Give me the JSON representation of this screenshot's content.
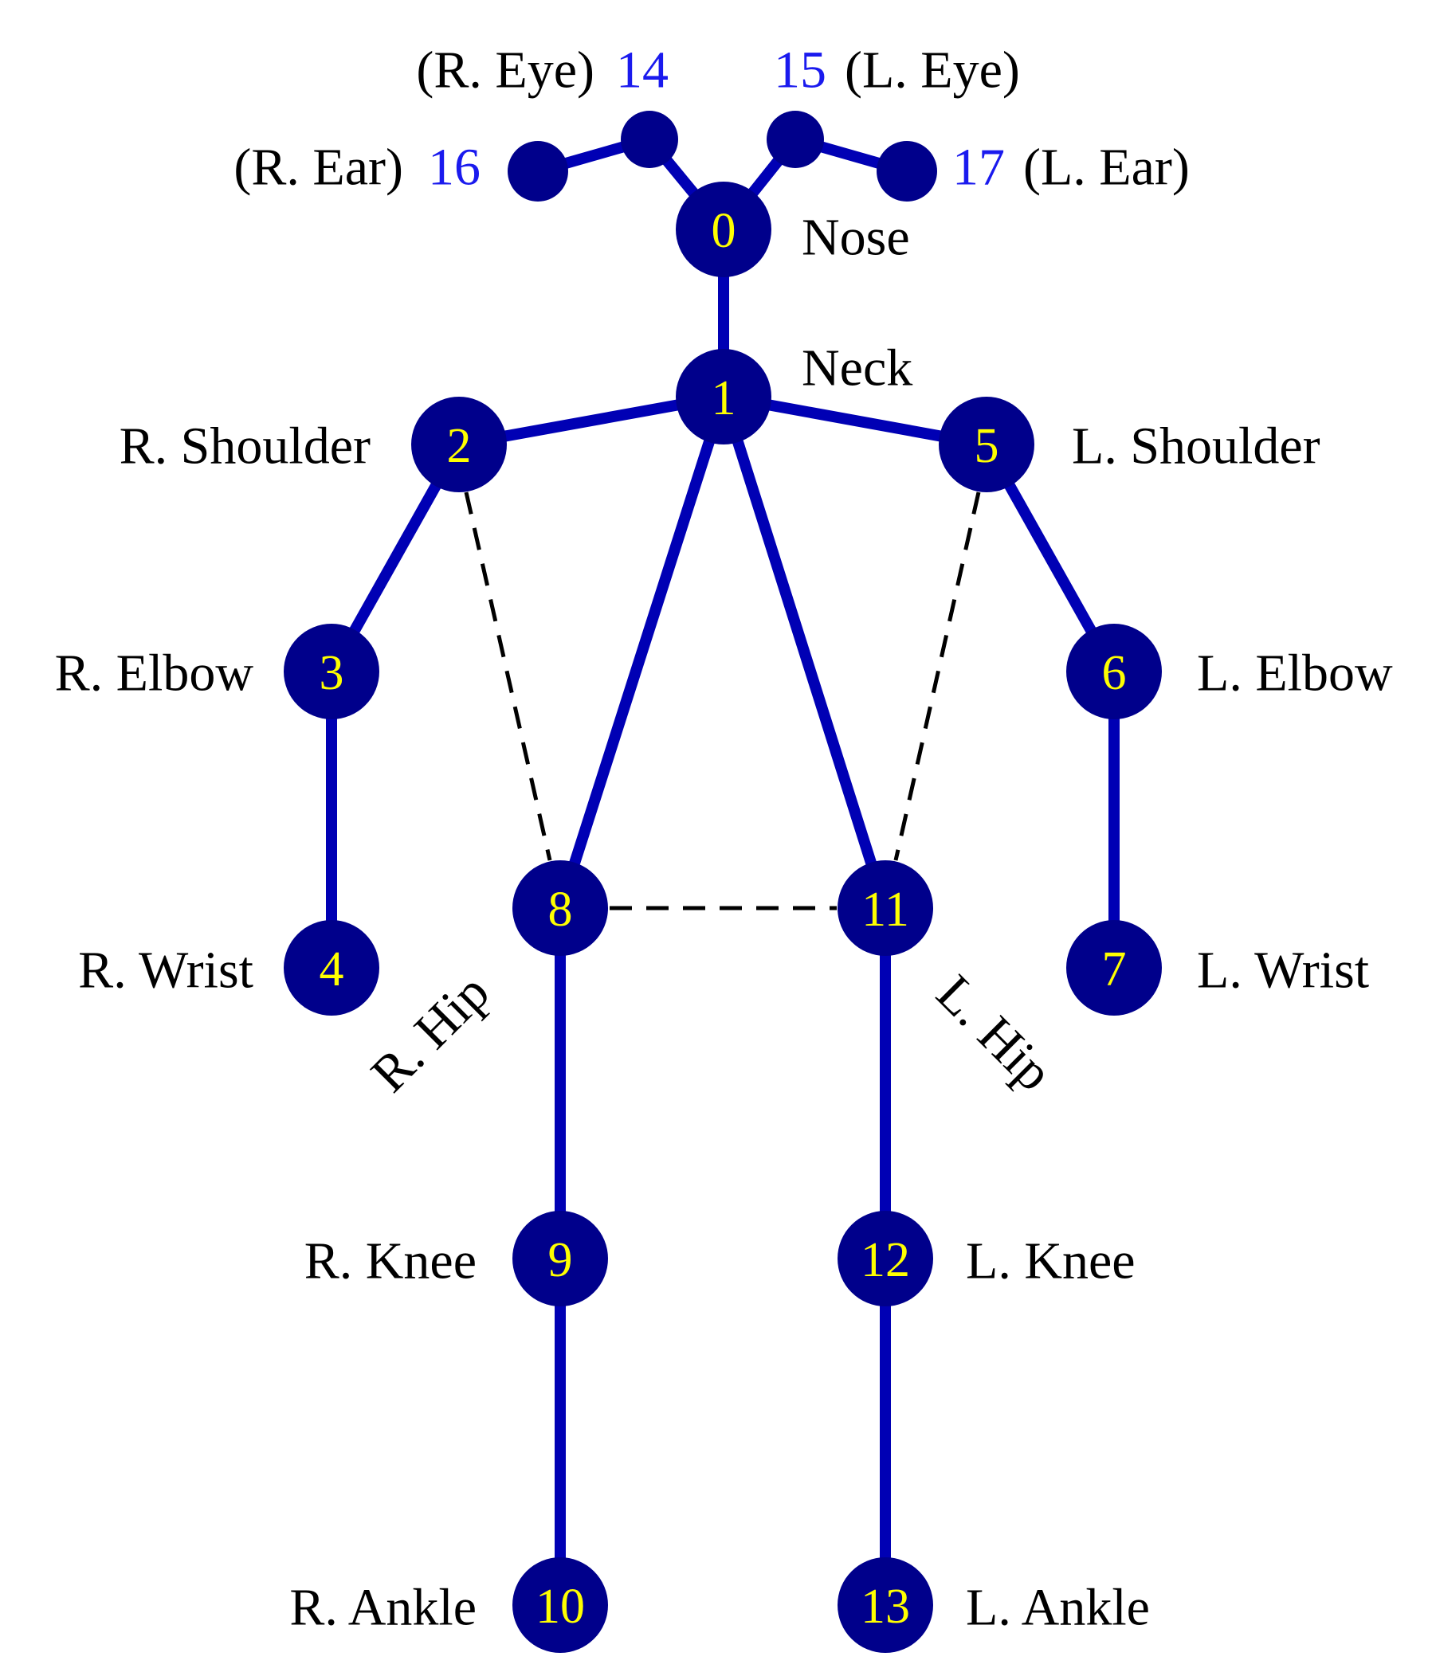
{
  "colors": {
    "joint_fill": "#00008b",
    "bone": "#0000b4",
    "number_text": "#ffff00",
    "face_number_text": "#1a1aee",
    "label_text": "#000000",
    "dashed_line": "#000000",
    "background": "#ffffff"
  },
  "keypoints": [
    {
      "id": "0",
      "name": "Nose"
    },
    {
      "id": "1",
      "name": "Neck"
    },
    {
      "id": "2",
      "name": "R. Shoulder"
    },
    {
      "id": "3",
      "name": "R. Elbow"
    },
    {
      "id": "4",
      "name": "R. Wrist"
    },
    {
      "id": "5",
      "name": "L. Shoulder"
    },
    {
      "id": "6",
      "name": "L. Elbow"
    },
    {
      "id": "7",
      "name": "L. Wrist"
    },
    {
      "id": "8",
      "name": "R. Hip"
    },
    {
      "id": "9",
      "name": "R. Knee"
    },
    {
      "id": "10",
      "name": "R. Ankle"
    },
    {
      "id": "11",
      "name": "L. Hip"
    },
    {
      "id": "12",
      "name": "L. Knee"
    },
    {
      "id": "13",
      "name": "L. Ankle"
    },
    {
      "id": "14",
      "name": "(R. Eye)"
    },
    {
      "id": "15",
      "name": "(L. Eye)"
    },
    {
      "id": "16",
      "name": "(R. Ear)"
    },
    {
      "id": "17",
      "name": "(L. Ear)"
    }
  ],
  "bones": [
    [
      "0",
      "1"
    ],
    [
      "1",
      "2"
    ],
    [
      "2",
      "3"
    ],
    [
      "3",
      "4"
    ],
    [
      "1",
      "5"
    ],
    [
      "5",
      "6"
    ],
    [
      "6",
      "7"
    ],
    [
      "1",
      "8"
    ],
    [
      "8",
      "9"
    ],
    [
      "9",
      "10"
    ],
    [
      "1",
      "11"
    ],
    [
      "11",
      "12"
    ],
    [
      "12",
      "13"
    ],
    [
      "0",
      "14"
    ],
    [
      "14",
      "16"
    ],
    [
      "0",
      "15"
    ],
    [
      "15",
      "17"
    ]
  ],
  "dashed_links": [
    [
      "2",
      "8"
    ],
    [
      "5",
      "11"
    ],
    [
      "8",
      "11"
    ]
  ]
}
